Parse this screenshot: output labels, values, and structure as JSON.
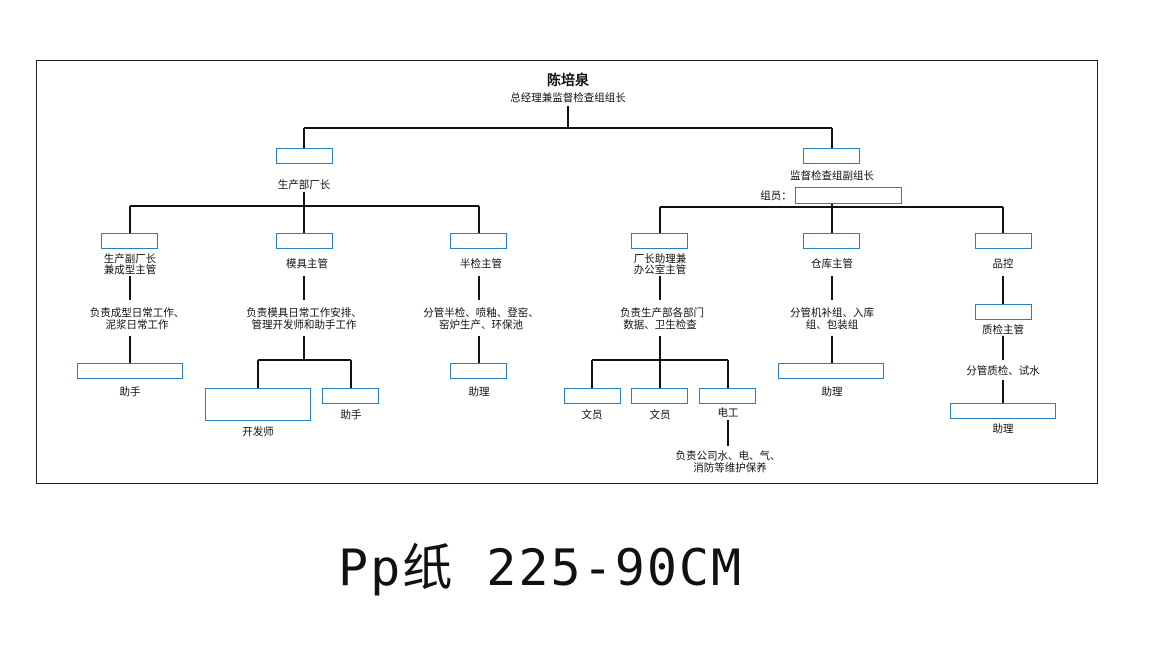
{
  "root": {
    "name": "陈培泉",
    "title": "总经理兼监督检查组组长"
  },
  "left_head": {
    "title": "生产部厂长"
  },
  "right_head": {
    "title": "监督检查组副组长",
    "members_label": "组员："
  },
  "level2": [
    {
      "title_line1": "生产副厂长",
      "title_line2": "兼成型主管",
      "duty_line1": "负责成型日常工作、",
      "duty_line2": "泥浆日常工作",
      "sub": [
        "助手"
      ]
    },
    {
      "title_line1": "模具主管",
      "title_line2": "",
      "duty_line1": "负责模具日常工作安排、",
      "duty_line2": "管理开发师和助手工作",
      "sub": [
        "开发师",
        "助手"
      ]
    },
    {
      "title_line1": "半检主管",
      "title_line2": "",
      "duty_line1": "分管半检、喷釉、登窑、",
      "duty_line2": "窑炉生产、环保池",
      "sub": [
        "助理"
      ]
    },
    {
      "title_line1": "厂长助理兼",
      "title_line2": "办公室主管",
      "duty_line1": "负责生产部各部门",
      "duty_line2": "数据、卫生检查",
      "sub": [
        "文员",
        "文员",
        "电工"
      ],
      "electrician_duty_line1": "负责公司水、电、气、",
      "electrician_duty_line2": "消防等维护保养"
    },
    {
      "title_line1": "仓库主管",
      "title_line2": "",
      "duty_line1": "分管机补组、入库",
      "duty_line2": "组、包装组",
      "sub": [
        "助理"
      ]
    },
    {
      "title_line1": "品控",
      "title_line2": "",
      "sub_head": "质检主管",
      "duty_line1": "分管质检、试水",
      "duty_line2": "",
      "sub": [
        "助理"
      ]
    }
  ],
  "caption": "Pp纸 225-90CM",
  "colors": {
    "box_border": "#2a7fc1",
    "line": "#111111"
  }
}
